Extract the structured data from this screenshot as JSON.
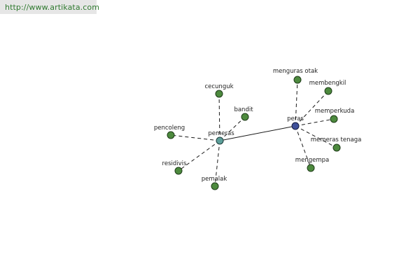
{
  "watermark": {
    "url": "http://www.artikata.com"
  },
  "graph": {
    "hubs": [
      {
        "id": "pemeras",
        "label": "pemeras",
        "color": "#5d9f9a"
      },
      {
        "id": "peras",
        "label": "peras",
        "color": "#3e4f99"
      }
    ],
    "leaves": [
      {
        "id": "cecunguk",
        "label": "cecunguk",
        "hub": "pemeras"
      },
      {
        "id": "bandit",
        "label": "bandit",
        "hub": "pemeras"
      },
      {
        "id": "pencoleng",
        "label": "pencoleng",
        "hub": "pemeras"
      },
      {
        "id": "residivis",
        "label": "residivis",
        "hub": "pemeras"
      },
      {
        "id": "pemalak",
        "label": "pemalak",
        "hub": "pemeras"
      },
      {
        "id": "menguras-otak",
        "label": "menguras otak",
        "hub": "peras"
      },
      {
        "id": "membengkil",
        "label": "membengkil",
        "hub": "peras"
      },
      {
        "id": "memperkuda",
        "label": "memperkuda",
        "hub": "peras"
      },
      {
        "id": "memeras-tenaga",
        "label": "memeras tenaga",
        "hub": "peras"
      },
      {
        "id": "mengempa",
        "label": "mengempa",
        "hub": "peras"
      }
    ],
    "leaf_color": "#4d8a3e"
  }
}
